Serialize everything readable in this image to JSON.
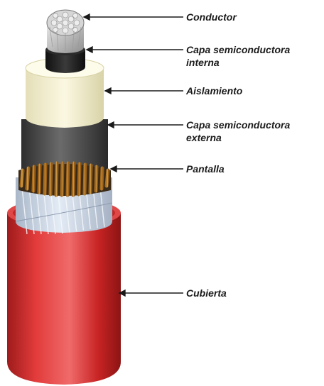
{
  "diagram": {
    "labels": {
      "conductor": "Conductor",
      "inner_semi_line1": "Capa semiconductora",
      "inner_semi_line2": "interna",
      "insulation": "Aislamiento",
      "outer_semi_line1": "Capa semiconductora",
      "outer_semi_line2": "externa",
      "screen": "Pantalla",
      "jacket": "Cubierta"
    },
    "colors": {
      "jacket": "#d42a2a",
      "insulation": "#f6f2d2",
      "outer_semiconductor": "#4a4a4a",
      "inner_semiconductor": "#1e1e1e",
      "conductor": "#b8b8b8",
      "screen_wires": "#d49a3c",
      "tape": "#c7d3e3",
      "label_text": "#1a1a1a"
    }
  }
}
